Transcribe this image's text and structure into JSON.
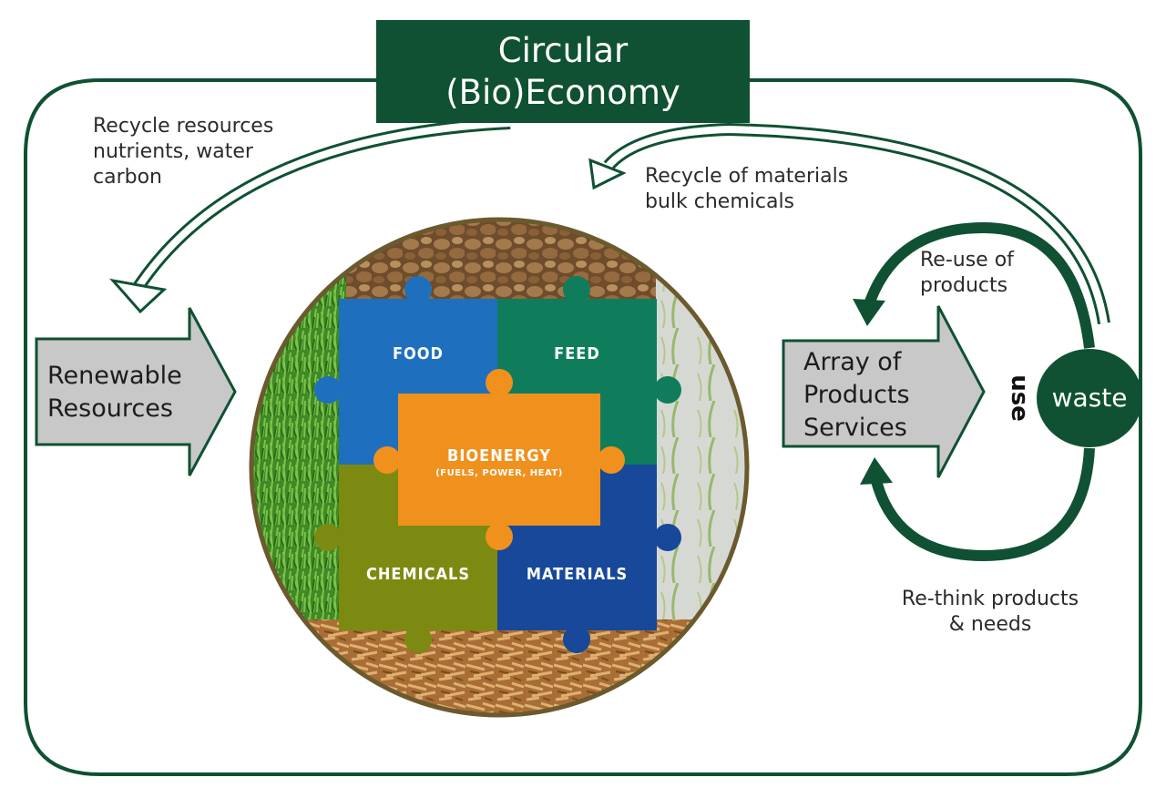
{
  "title": {
    "line1": "Circular",
    "line2": "(Bio)Economy"
  },
  "recycle_resources": {
    "line1": "Recycle resources",
    "line2": "nutrients, water",
    "line3": "carbon"
  },
  "recycle_materials": {
    "line1": "Recycle of materials",
    "line2": "bulk chemicals"
  },
  "reuse": {
    "line1": "Re-use of",
    "line2": "products"
  },
  "rethink": {
    "line1": "Re-think products",
    "line2": "& needs"
  },
  "renewable": {
    "line1": "Renewable",
    "line2": "Resources"
  },
  "array": {
    "line1": "Array of",
    "line2": "Products",
    "line3": "Services"
  },
  "use_label": "use",
  "waste_label": "waste",
  "puzzle": {
    "food": "FOOD",
    "feed": "FEED",
    "bioenergy": "BIOENERGY",
    "bioenergy_sub": "(FUELS, POWER, HEAT)",
    "chemicals": "CHEMICALS",
    "materials": "MATERIALS"
  },
  "colors": {
    "dark_green": "#0f5132",
    "arrow_gray": "#c8c8c8",
    "food_blue": "#1f6fbf",
    "feed_green": "#0f7d5c",
    "bioenergy_orange": "#f0911d",
    "chemicals_olive": "#7d8a11",
    "materials_navy": "#17489a",
    "ring_brown": "#6b5a2e"
  }
}
